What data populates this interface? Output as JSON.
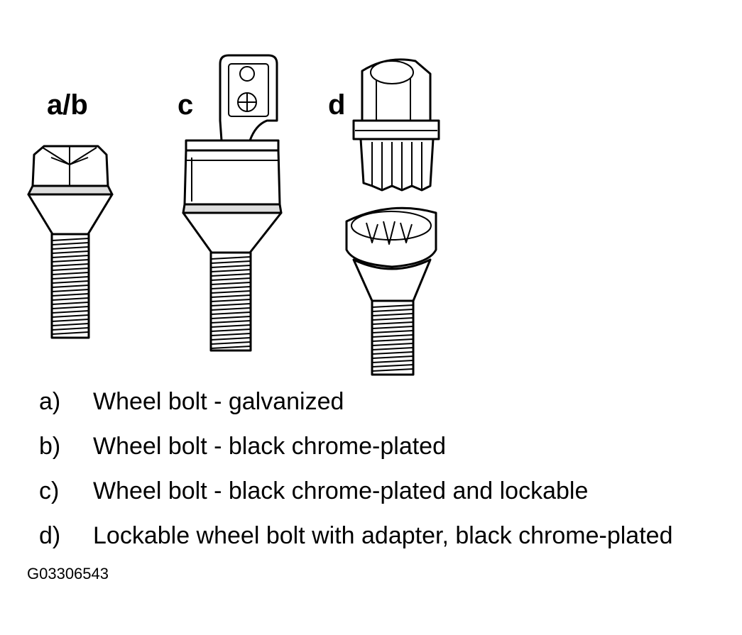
{
  "labels": {
    "ab": "a/b",
    "c": "c",
    "d": "d"
  },
  "legend": [
    {
      "key": "a)",
      "text": "Wheel bolt - galvanized"
    },
    {
      "key": "b)",
      "text": "Wheel bolt - black chrome-plated"
    },
    {
      "key": "c)",
      "text": "Wheel bolt - black chrome-plated and lockable"
    },
    {
      "key": "d)",
      "text": "Lockable wheel bolt with adapter, black chrome-plated"
    }
  ],
  "figure_id": "G03306543",
  "colors": {
    "line": "#000000",
    "fill": "#ffffff",
    "shade": "#dddddd"
  }
}
